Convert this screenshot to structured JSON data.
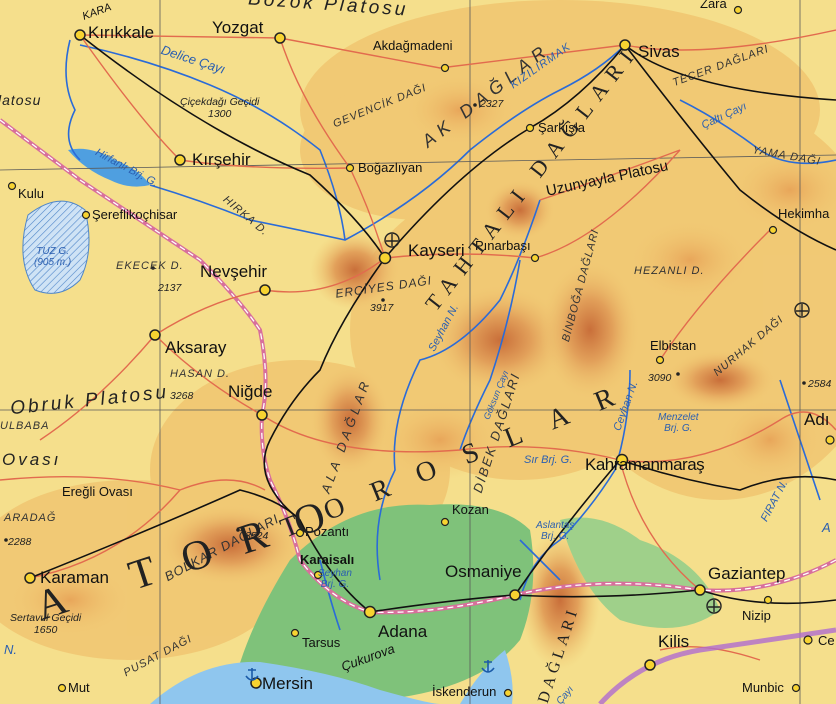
{
  "map": {
    "colors": {
      "lowland": "#7fc27a",
      "plain": "#f5df8c",
      "hill": "#f1c772",
      "mountain": "#e8a65a",
      "peak": "#d48244",
      "water": "#4f9fe0",
      "sea": "#8fc6ee",
      "road_main": "#d86f9c",
      "road": "#e26b4e",
      "rail": "#111111",
      "river": "#2a6bd8",
      "grid": "#555555"
    },
    "cities": {
      "kirikkale": "Kırıkkale",
      "yozgat": "Yozgat",
      "akdagmadeni": "Akdağmadeni",
      "sivas": "Sivas",
      "zara": "Zara",
      "kirsehir": "Kırşehir",
      "kulu": "Kulu",
      "sereflikochisar": "Şereflikoçhisar",
      "bogazliyan": "Boğazlıyan",
      "sarkisla": "Şarkışla",
      "kayseri": "Kayseri",
      "pinarbasi": "Pınarbaşı",
      "hekimhan": "Hekimha",
      "nevsehir": "Nevşehir",
      "aksaray": "Aksaray",
      "nigde": "Niğde",
      "elbistan": "Elbistan",
      "adiyaman": "Adı",
      "kahramanmaras": "Kahramanmaraş",
      "pozanti": "Pozantı",
      "kozan": "Kozan",
      "karaisali": "Karaisalı",
      "karaman": "Karaman",
      "osmaniye": "Osmaniye",
      "gaziantep": "Gaziantep",
      "nizip": "Nizip",
      "tarsus": "Tarsus",
      "adana": "Adana",
      "kilis": "Kilis",
      "ce": "Ce",
      "mersin": "Mersin",
      "iskenderun": "İskenderun",
      "munbic": "Munbic",
      "mut": "Mut",
      "kara": "KARA"
    },
    "regions": {
      "bozok": "Bozok Platosu",
      "latosu": "latosu",
      "akdag": "AK DAĞLAR",
      "gevencik": "GEVENCİK DAĞI",
      "tecer": "TECER DAĞLARI",
      "yama": "YAMA DAĞI",
      "hirkadag": "HIRKA D.",
      "uzunyayla": "Uzunyayla Platosu",
      "ekecek": "EKECEK D.",
      "hezanli": "HEZANLI D.",
      "erciyes": "ERCİYES DAĞI",
      "tahtali": "TAHTALI DAĞLARI",
      "binboga": "BİNBOĞA DAĞLARI",
      "nurhak": "NURHAK DAĞI",
      "hasan": "HASAN D.",
      "ala": "ALA DAĞLAR",
      "obruk": "Obruk Platosu",
      "dibek": "DİBEK DAĞLARI",
      "ulbaba": "ULBABA",
      "ovasi": "Ovası",
      "eregli": "Ereğli Ovası",
      "aradag": "ARADAĞ",
      "bolkar": "BOLKAR DAĞLARI",
      "toros": "TOROSLAR",
      "toros_left": "A TORO",
      "cukurova": "Çukurova",
      "pusat": "PUSAT DAĞI",
      "amanos": "DAĞLARI"
    },
    "peaks": {
      "cicekdagi": "Çiçekdağı Geçidi",
      "cicekdagi_h": "1300",
      "p2327": "2327",
      "ekecek_h": "2137",
      "erciyes_h": "3917",
      "p3090": "3090",
      "p2584": "2584",
      "hasan_h": "3268",
      "p2288": "2288",
      "p3524": "3524",
      "sertavul": "Sertavul Geçidi",
      "sertavul_h": "1650"
    },
    "water": {
      "delice": "Delice Çayı",
      "kizilirmak": "KIZILIRMAK",
      "calti": "Çaltı Çayı",
      "hirfanli": "Hirfanlı Brj. G.",
      "tuz": "TUZ G.",
      "tuz_h": "(905 m.)",
      "seyhan1": "Seyhan N.",
      "goksun": "Göksun Çayı",
      "ceyhan": "Ceyhan N.",
      "menzelet": "Menzelet",
      "menzelet2": "Brj. G.",
      "sir": "Sır Brj. G.",
      "firat": "FIRAT N.",
      "aslantas": "Aslantaş",
      "aslantas2": "Brj. G.",
      "seyhan_brj": "Seyhan",
      "seyhan_brj2": "Brj. G.",
      "n_left": "N.",
      "cay": "Çayı",
      "a_right": "A"
    }
  }
}
